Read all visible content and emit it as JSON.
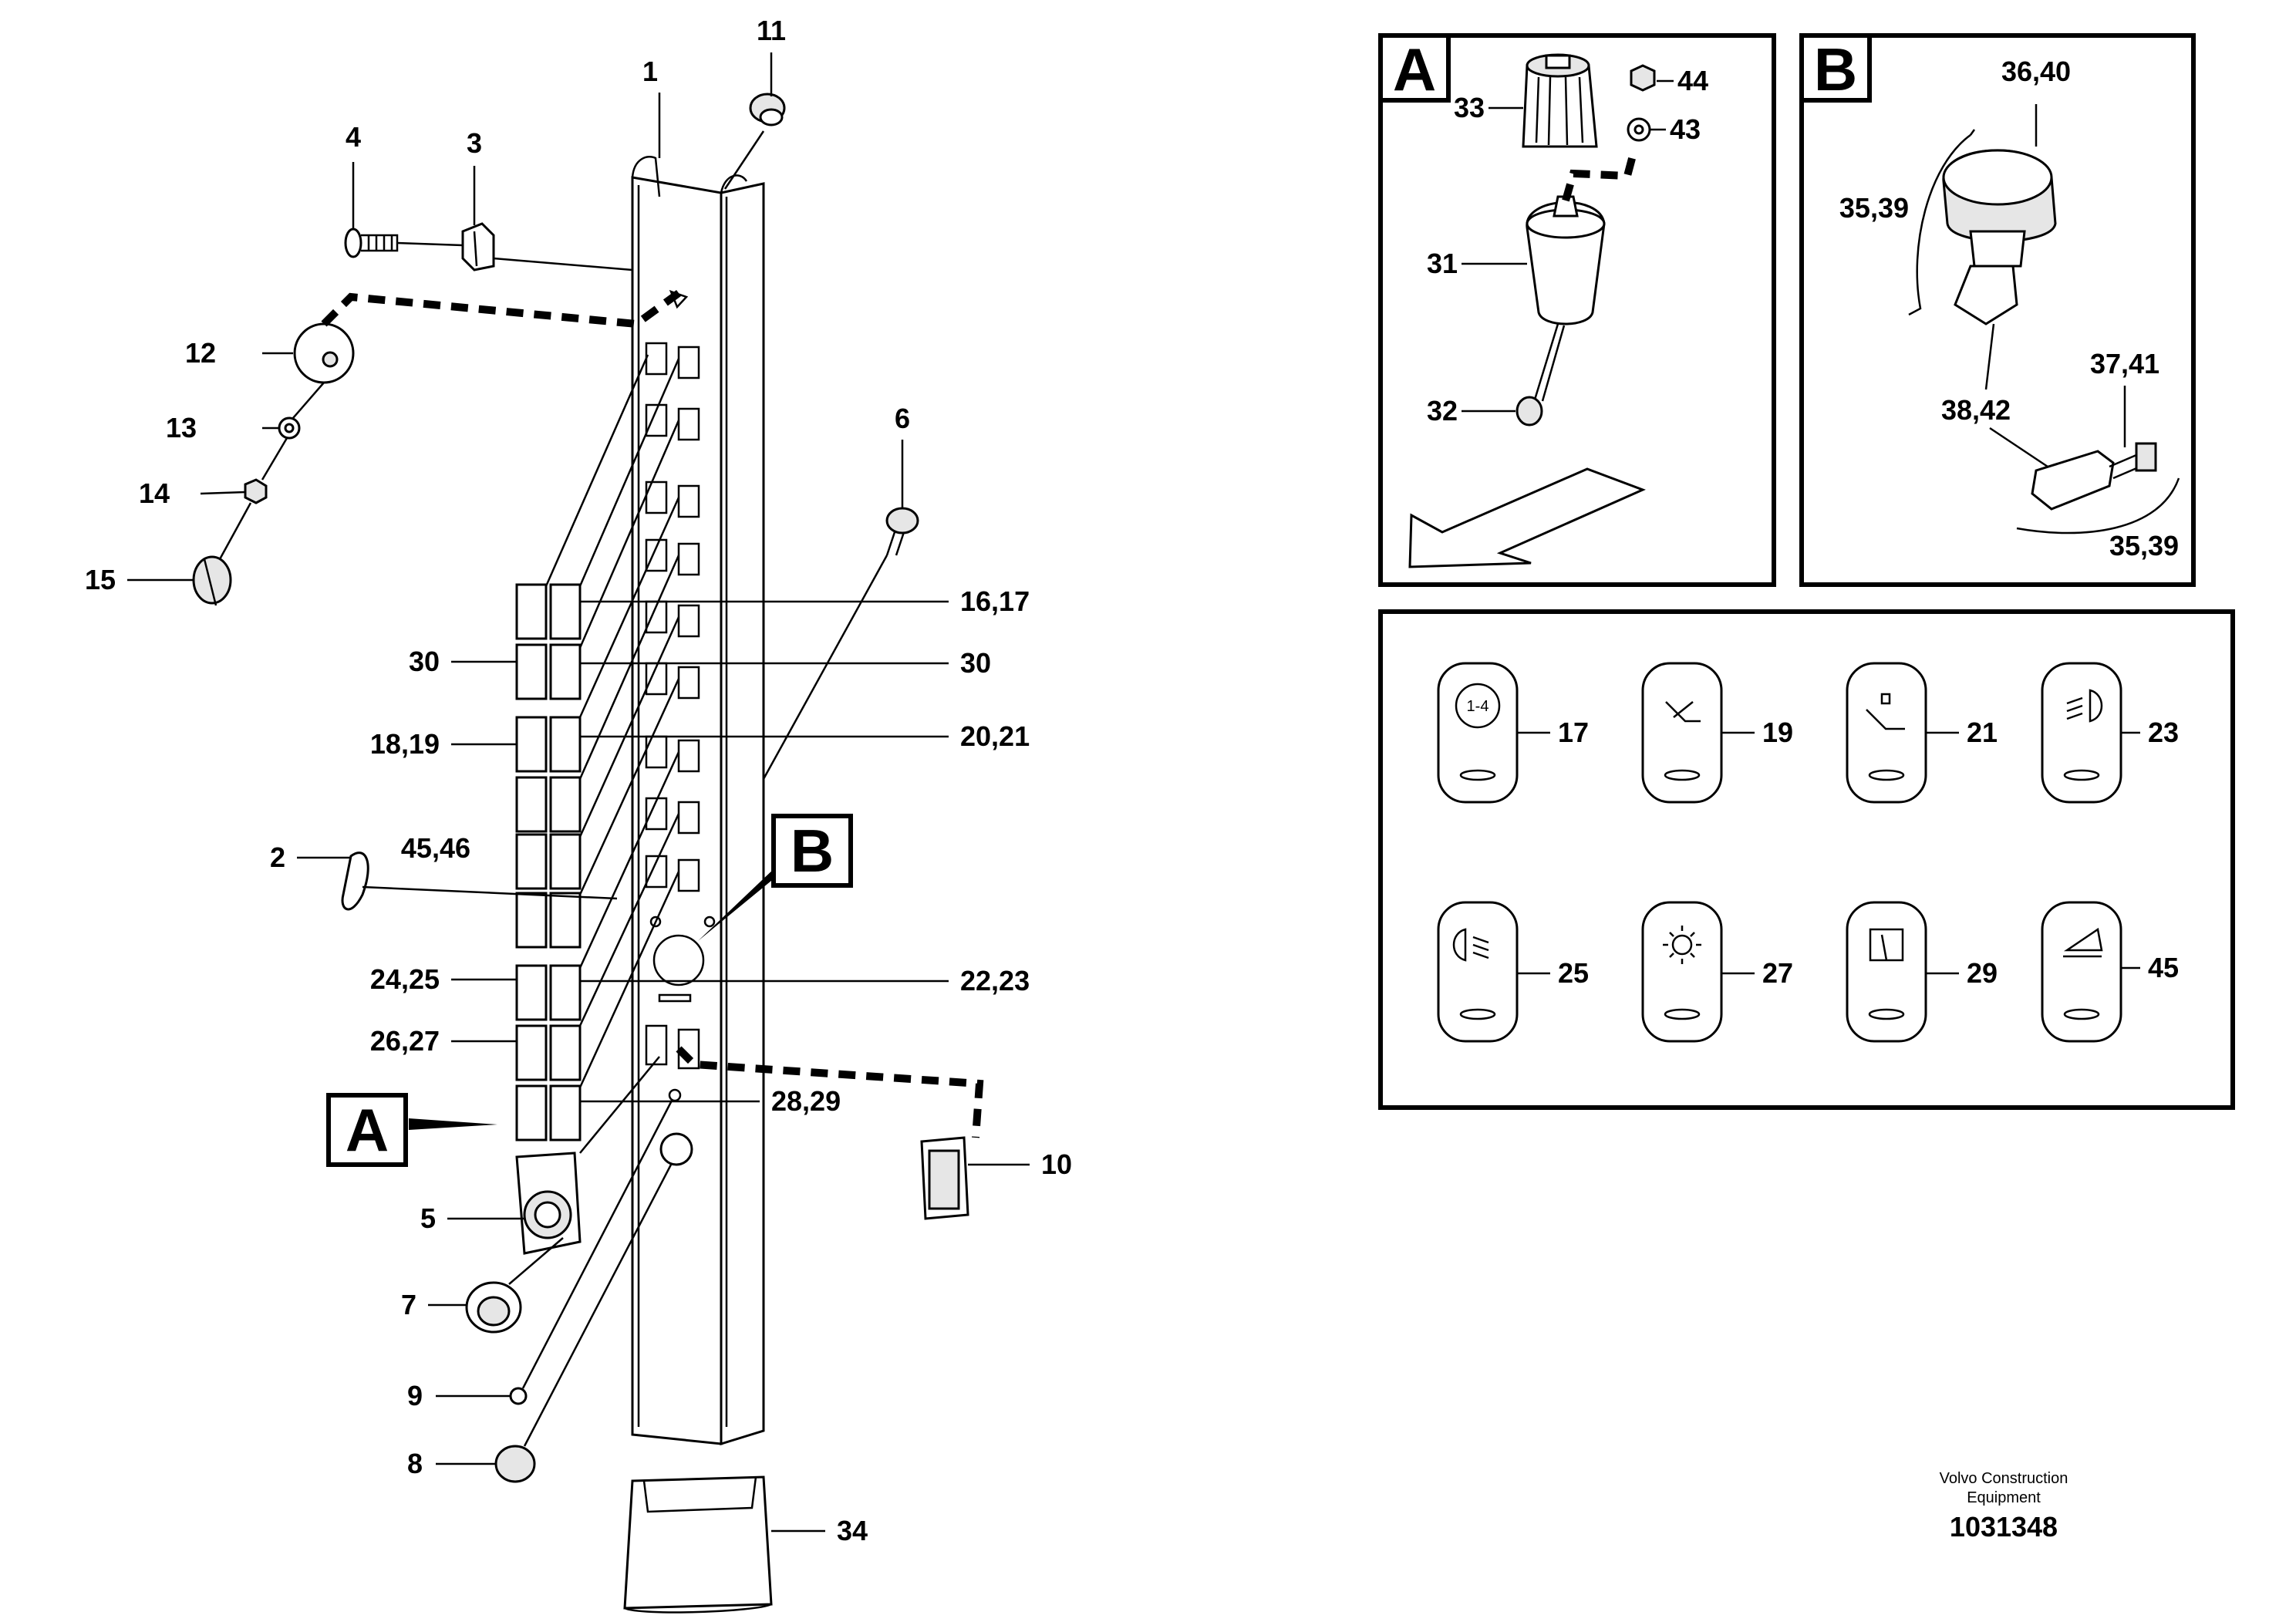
{
  "labels": {
    "l1": "1",
    "l2": "2",
    "l3": "3",
    "l4": "4",
    "l5": "5",
    "l6": "6",
    "l7": "7",
    "l8": "8",
    "l9": "9",
    "l10": "10",
    "l11": "11",
    "l12": "12",
    "l13": "13",
    "l14": "14",
    "l15": "15",
    "l16_17": "16,17",
    "l18_19": "18,19",
    "l20_21": "20,21",
    "l22_23": "22,23",
    "l24_25": "24,25",
    "l26_27": "26,27",
    "l28_29": "28,29",
    "l30a": "30",
    "l30b": "30",
    "l34": "34",
    "l45_46": "45,46",
    "callout_a": "A",
    "callout_b": "B"
  },
  "detail_a": {
    "title": "A",
    "l31": "31",
    "l32": "32",
    "l33": "33",
    "l43": "43",
    "l44": "44"
  },
  "detail_b": {
    "title": "B",
    "l36_40": "36,40",
    "l35_39_top": "35,39",
    "l38_42": "38,42",
    "l37_41": "37,41",
    "l35_39_bottom": "35,39"
  },
  "switch_panel": {
    "switches": [
      "17",
      "19",
      "21",
      "23",
      "25",
      "27",
      "29",
      "45"
    ],
    "icons": [
      "gear-1-4-icon",
      "wiper-icon",
      "seat-lock-icon",
      "worklight-front-icon",
      "worklight-rear-icon",
      "beacon-icon",
      "rear-wiper-icon",
      "slope-icon"
    ],
    "gear_text": "1-4"
  },
  "footer": {
    "company_line1": "Volvo Construction",
    "company_line2": "Equipment",
    "drawing_number": "1031348"
  }
}
